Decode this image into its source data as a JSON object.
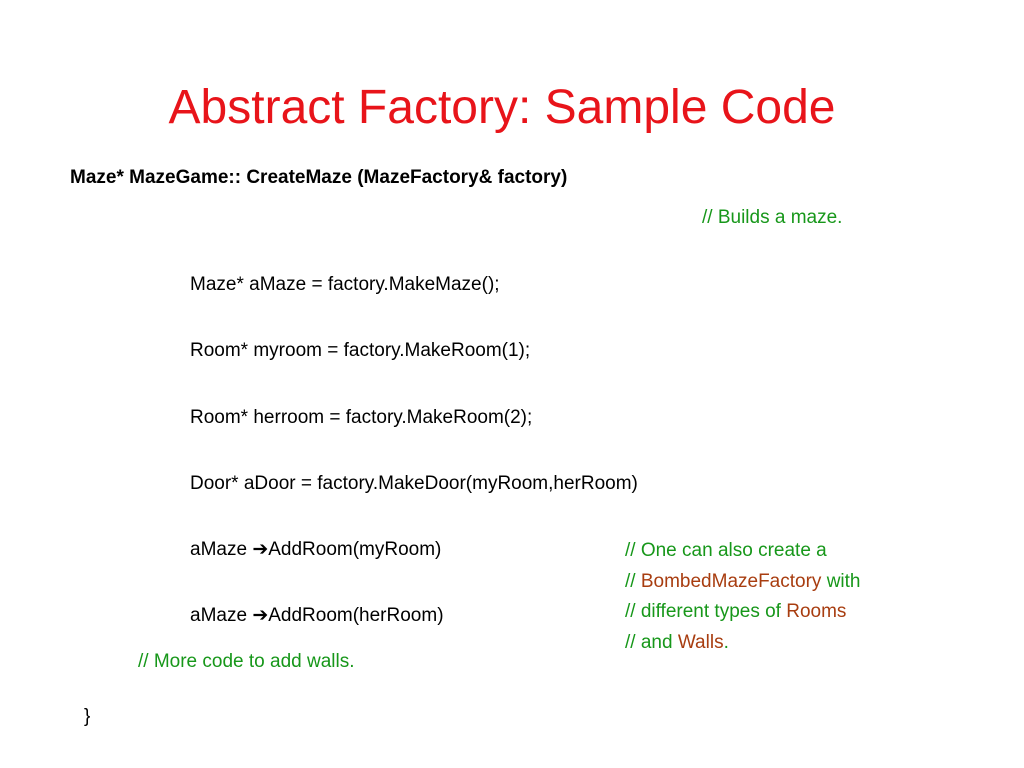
{
  "colors": {
    "title": "#e8141a",
    "comment": "#17971a",
    "highlight": "#a83d10",
    "text": "#000000"
  },
  "slide": {
    "title": "Abstract Factory: Sample Code",
    "signature": "Maze* MazeGame:: CreateMaze (MazeFactory& factory)",
    "builds_comment": "// Builds a maze.",
    "code_lines": [
      "Maze* aMaze = factory.MakeMaze();",
      "Room* myroom = factory.MakeRoom(1);",
      "Room* herroom = factory.MakeRoom(2);",
      "Door* aDoor = factory.MakeDoor(myRoom,herRoom)"
    ],
    "add_room_lines": [
      {
        "prefix": "aMaze ",
        "arrow": "➔",
        "call": "AddRoom(myRoom)"
      },
      {
        "prefix": "aMaze ",
        "arrow": "➔",
        "call": "AddRoom(herRoom)"
      }
    ],
    "more_code_comment": "// More code to add walls.",
    "closing_brace": "}",
    "side_comment": {
      "line1": "// One can also create a",
      "line2_prefix": "// ",
      "line2_highlight": "BombedMazeFactory",
      "line2_suffix": " with",
      "line3_prefix": "// different types of ",
      "line3_highlight": "Rooms",
      "line4_prefix": "// and ",
      "line4_highlight": "Walls",
      "line4_suffix": "."
    }
  }
}
